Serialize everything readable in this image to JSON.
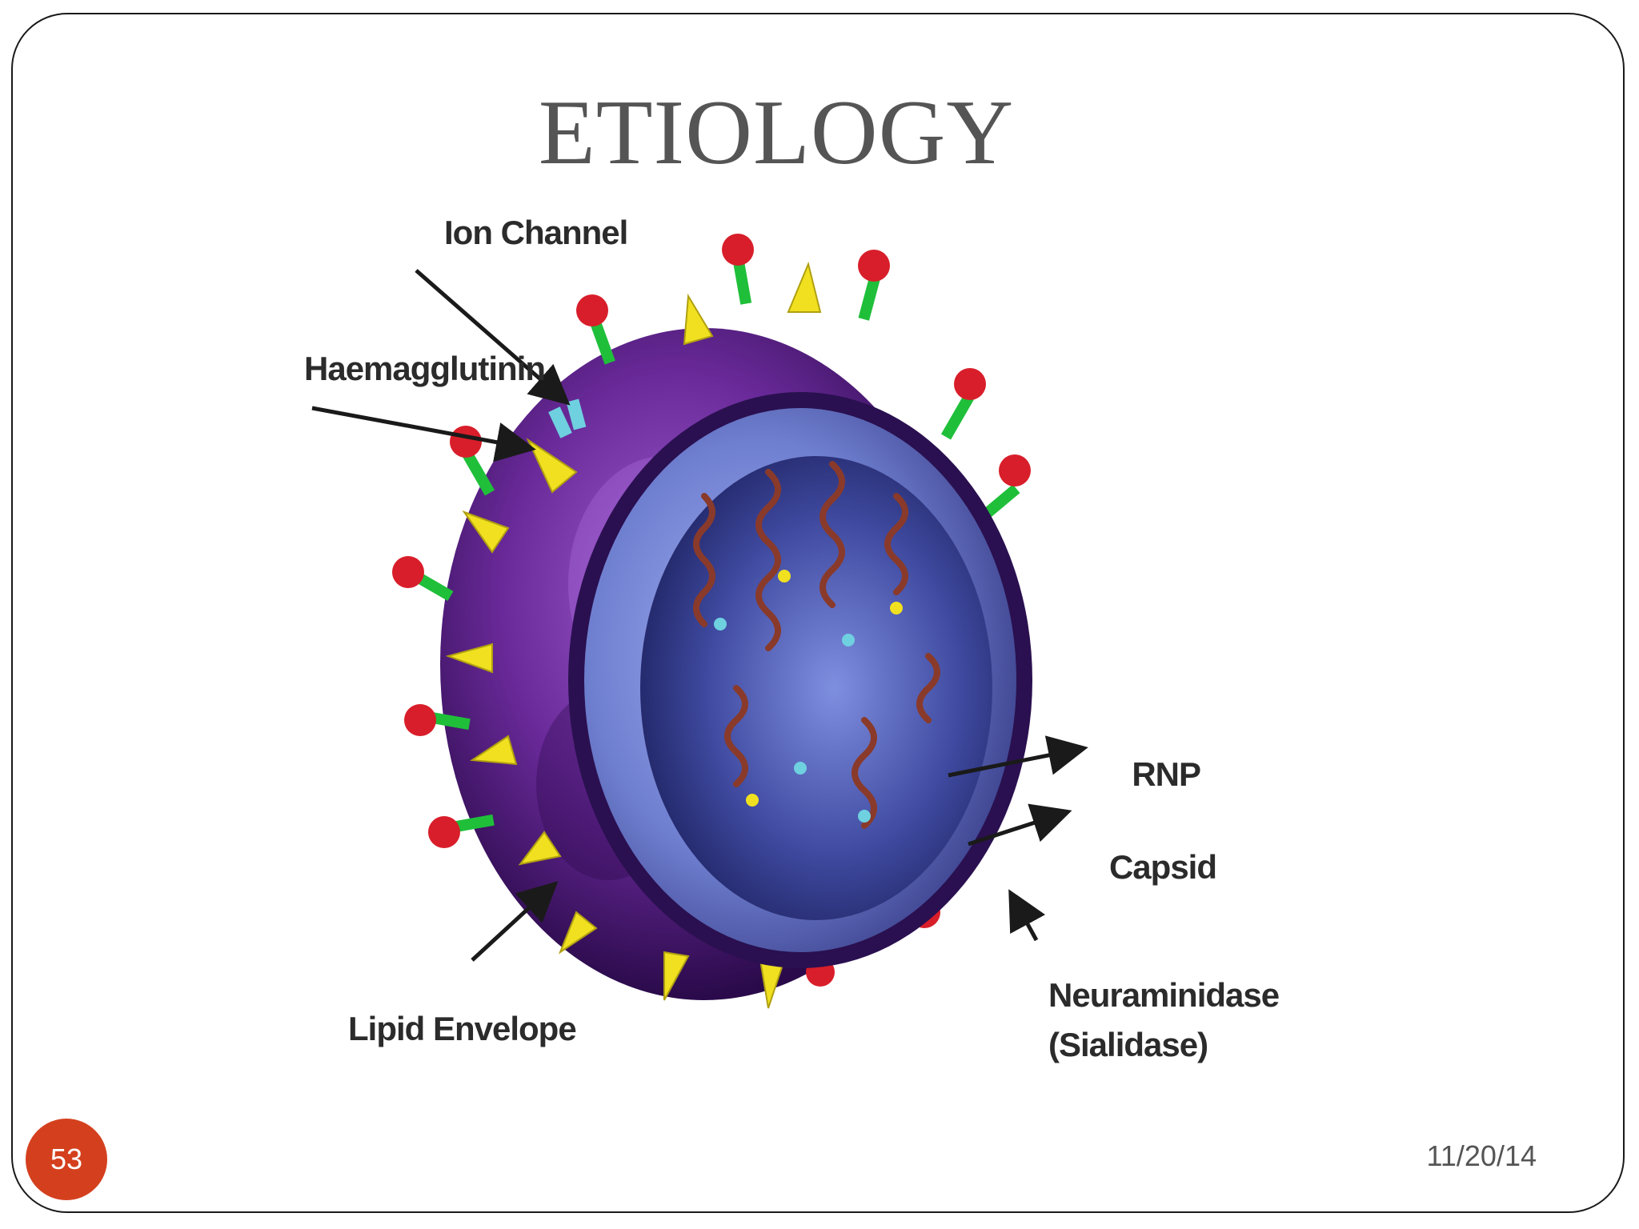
{
  "slide": {
    "title": "ETIOLOGY",
    "page_number": "53",
    "date": "11/20/14"
  },
  "diagram": {
    "labels": {
      "ion_channel": "Ion Channel",
      "haemagglutinin": "Haemagglutinin",
      "rnp": "RNP",
      "capsid": "Capsid",
      "lipid_envelope": "Lipid Envelope",
      "neuraminidase_line1": "Neuraminidase",
      "neuraminidase_line2": "(Sialidase)"
    },
    "colors": {
      "envelope": "#6a2a9a",
      "capsid": "#6f7fd0",
      "interior": "#3a3f8a",
      "rnp": "#8a3a2a",
      "haemagglutinin": "#f0e020",
      "neuraminidase_head": "#d81e2a",
      "neuraminidase_stalk": "#1fbf3a",
      "ion_channel": "#6fd0e0",
      "accent": "#d4401e"
    }
  }
}
